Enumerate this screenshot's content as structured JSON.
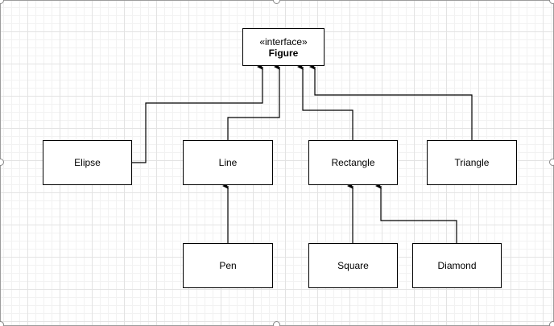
{
  "diagram": {
    "interface": {
      "stereotype": "«interface»",
      "name": "Figure"
    },
    "classes": {
      "elipse": "Elipse",
      "line": "Line",
      "rectangle": "Rectangle",
      "triangle": "Triangle",
      "pen": "Pen",
      "square": "Square",
      "diamond": "Diamond"
    }
  }
}
